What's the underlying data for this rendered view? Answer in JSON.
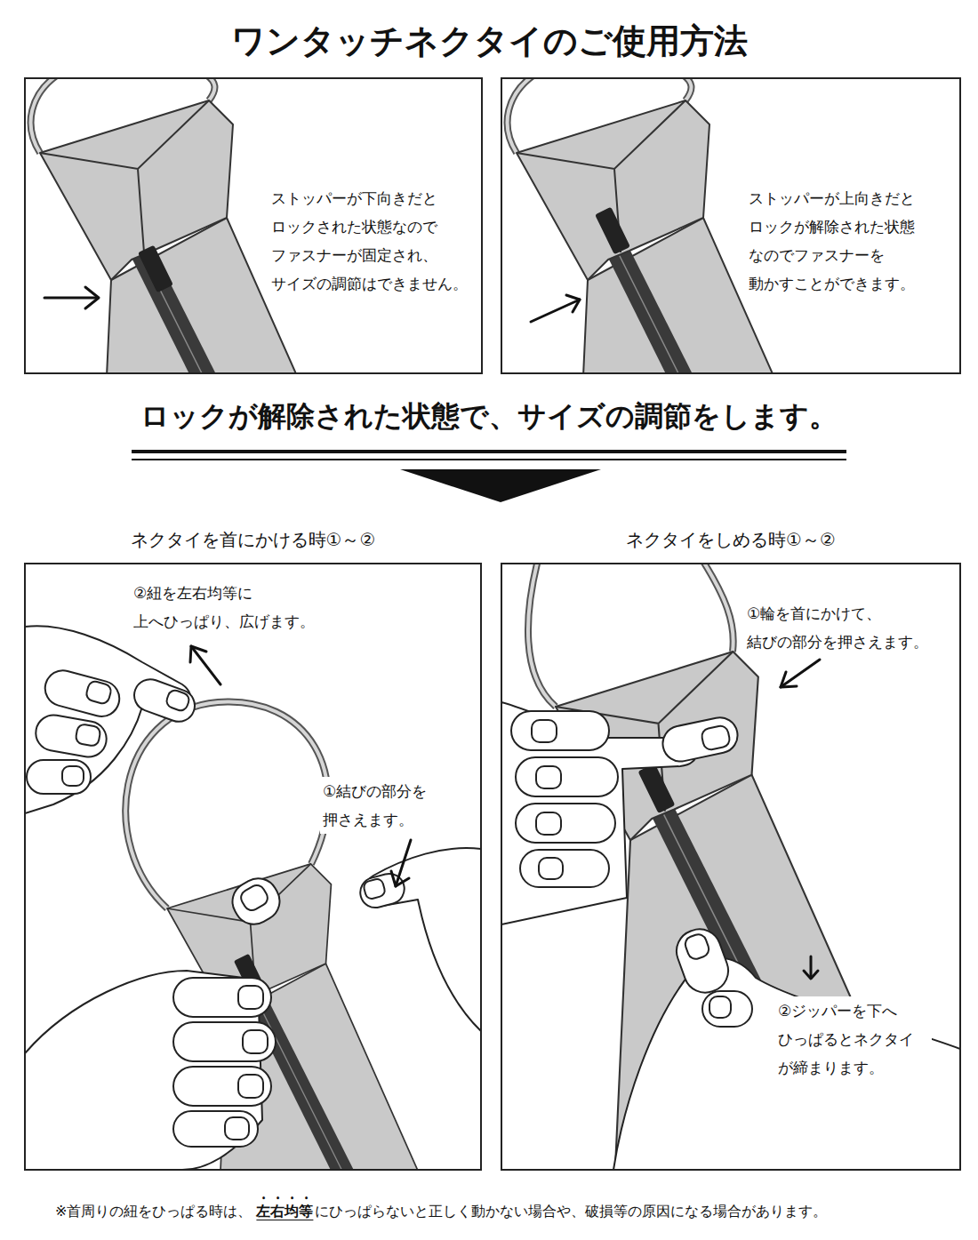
{
  "diagram": {
    "title": "ワンタッチネクタイのご使用方法",
    "nodes": [
      {
        "text": [
          "ストッパーが下向きだと ロックされた状態なので ファスナーが固定され、 サイズの調節はできません。"
        ]
      },
      {
        "text": [
          "ストッパーが上向きだと ロックが解除された状態 なのでファスナーを 動かすことができます。"
        ]
      },
      {
        "text": [
          "ネクタイを首にかける時①～②",
          "②紐を左右均等に 上へひっぱり、広げます。",
          "①結びの部分を 押さえます。"
        ]
      },
      {
        "text": [
          "ネクタイをしめる時①～②",
          "①輪を首にかけて、 結びの部分を押さえます。",
          "②ジッパーを下へ ひっぱるとネクタイ が締まります。"
        ]
      }
    ],
    "labels": [
      "ロックが解除された状態で、サイズの調節をします。",
      "※首周りの紐をひっぱる時は、",
      "左右均等",
      "にひっぱらないと正しく動かない場合や、破損等の原因になる場合があります。"
    ]
  }
}
